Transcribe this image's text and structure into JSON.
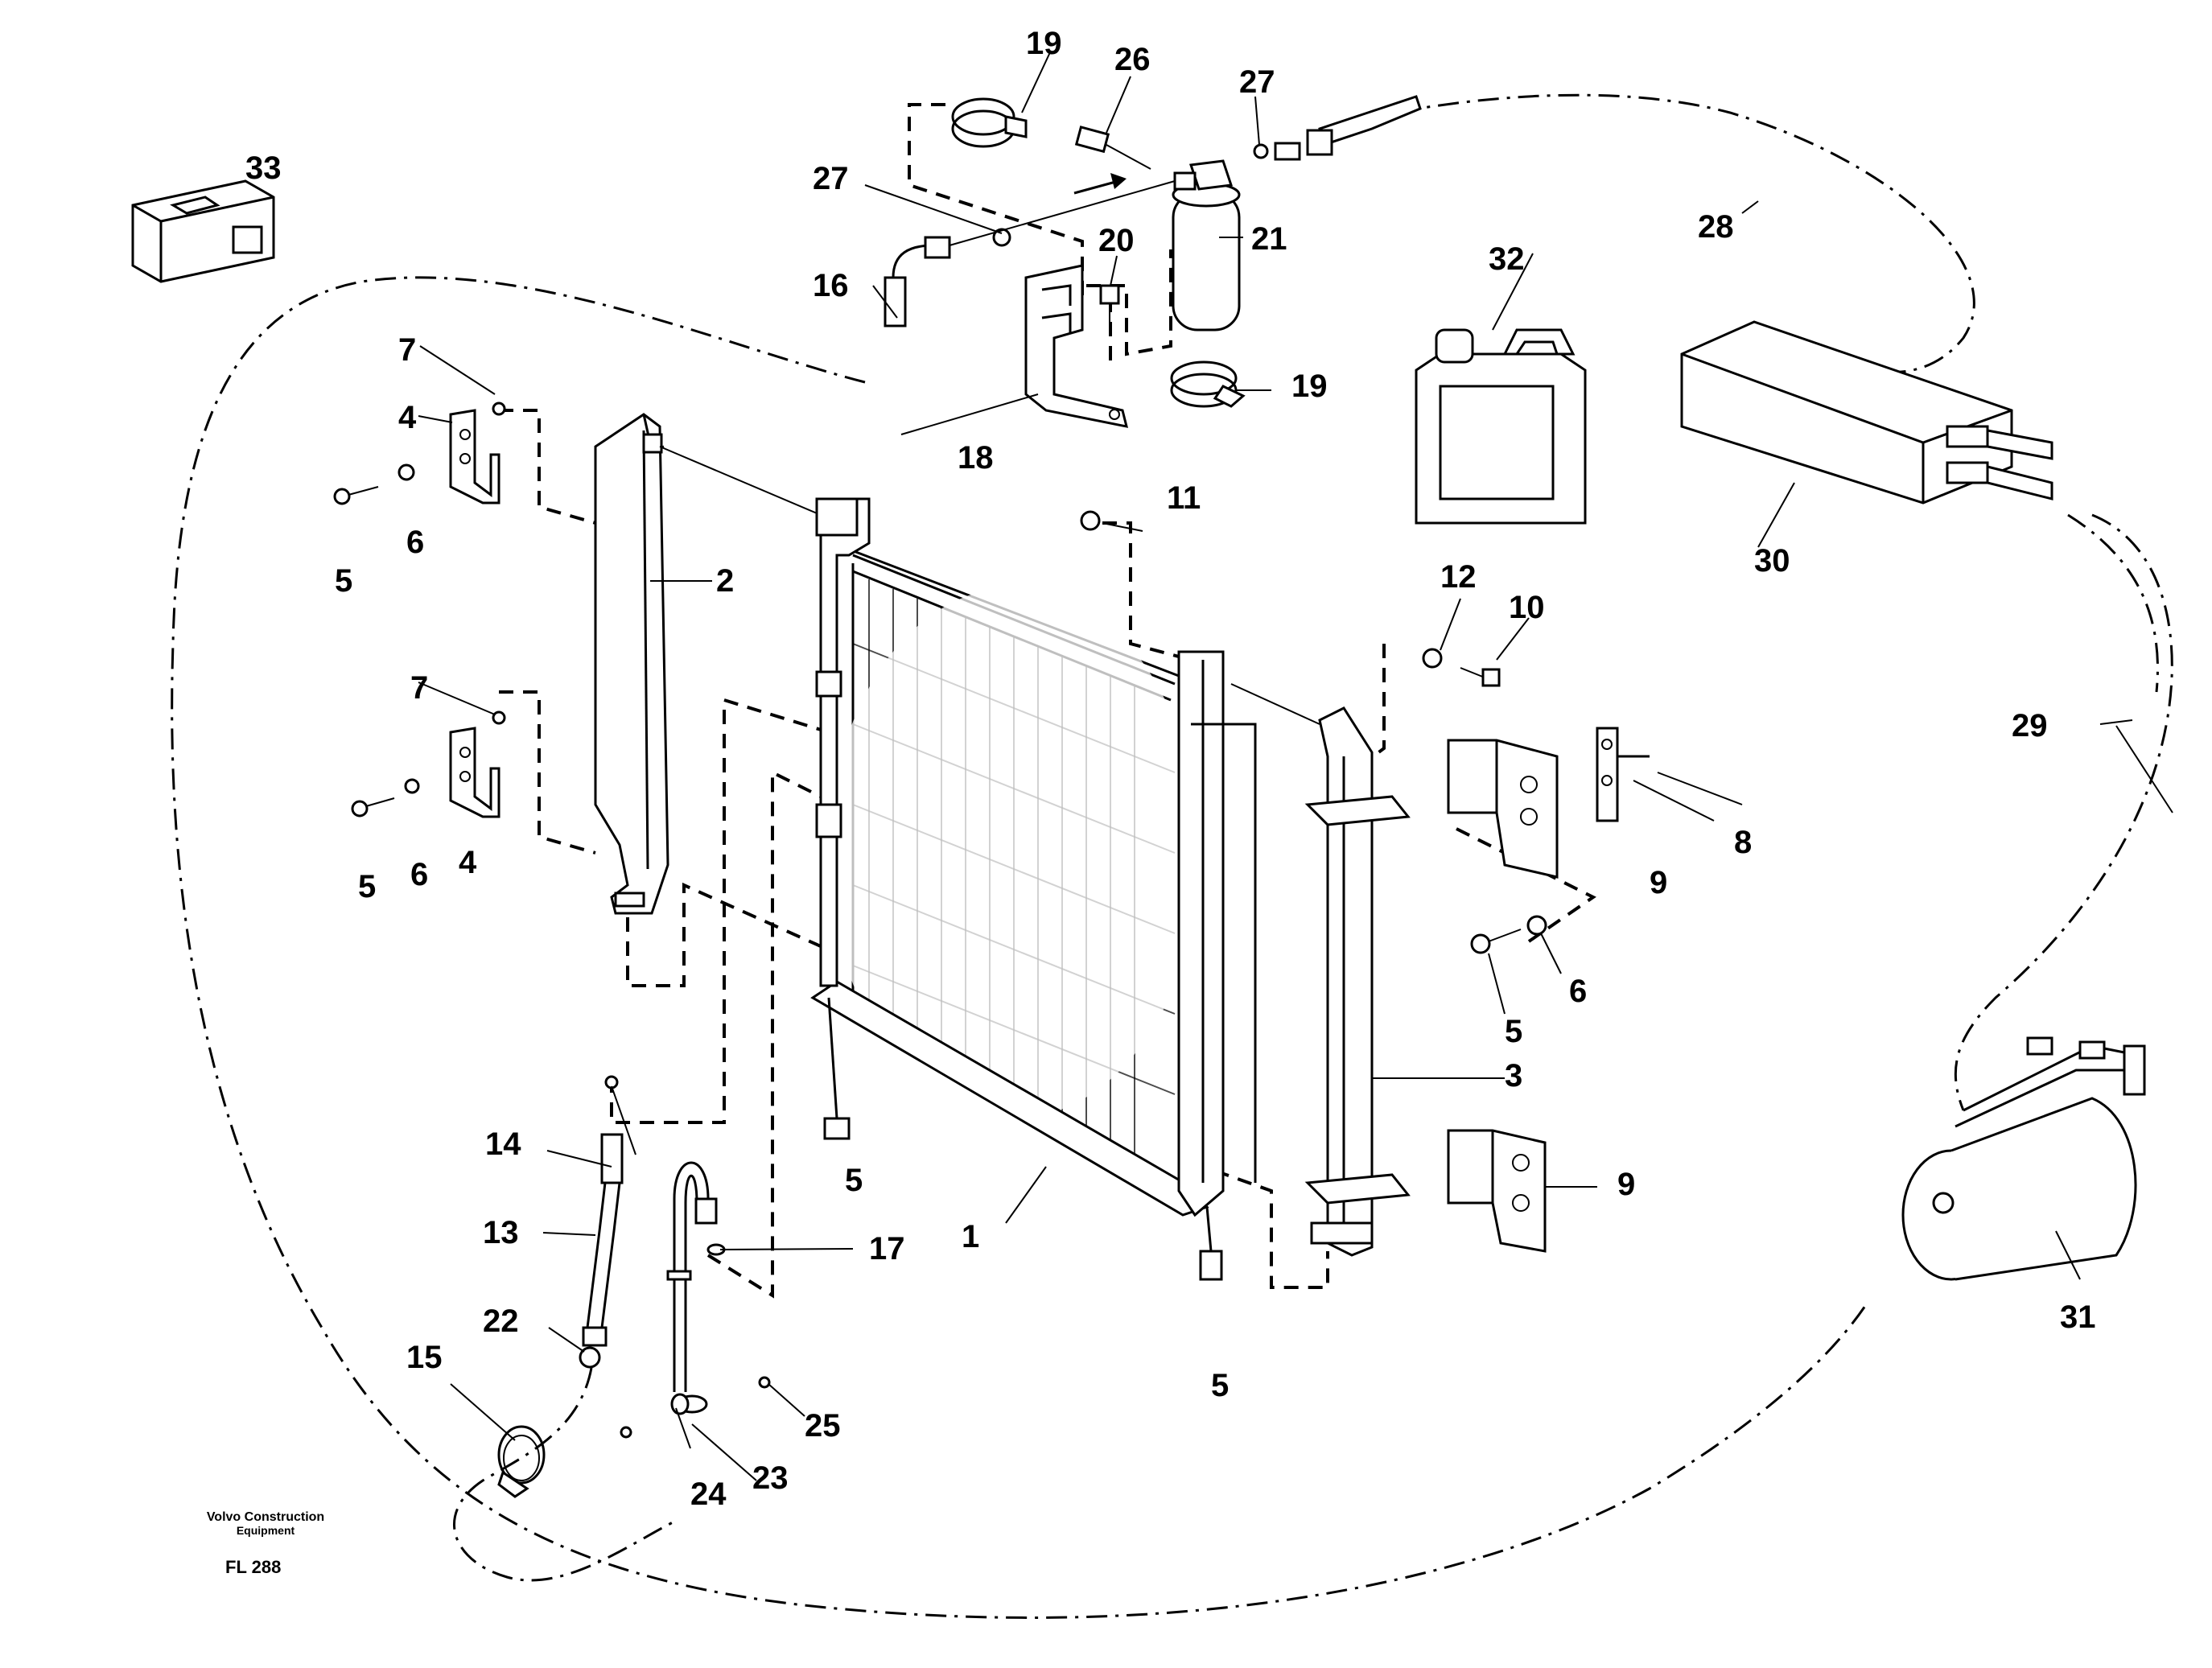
{
  "labels": {
    "p1": "1",
    "p2": "2",
    "p3": "3",
    "p4a": "4",
    "p4b": "4",
    "p5a": "5",
    "p5b": "5",
    "p5c": "5",
    "p5d": "5",
    "p5e": "5",
    "p6a": "6",
    "p6b": "6",
    "p6c": "6",
    "p7a": "7",
    "p7b": "7",
    "p8": "8",
    "p9a": "9",
    "p9b": "9",
    "p10": "10",
    "p11": "11",
    "p12": "12",
    "p13": "13",
    "p14": "14",
    "p15": "15",
    "p16": "16",
    "p17": "17",
    "p18": "18",
    "p19a": "19",
    "p19b": "19",
    "p20": "20",
    "p21": "21",
    "p22": "22",
    "p23": "23",
    "p24": "24",
    "p25": "25",
    "p26": "26",
    "p27a": "27",
    "p27b": "27",
    "p28": "28",
    "p29": "29",
    "p30": "30",
    "p31": "31",
    "p32": "32",
    "p33": "33"
  },
  "stamp": {
    "company_line1": "Volvo Construction",
    "company_line2": "Equipment",
    "figure_ref": "FL 288"
  }
}
